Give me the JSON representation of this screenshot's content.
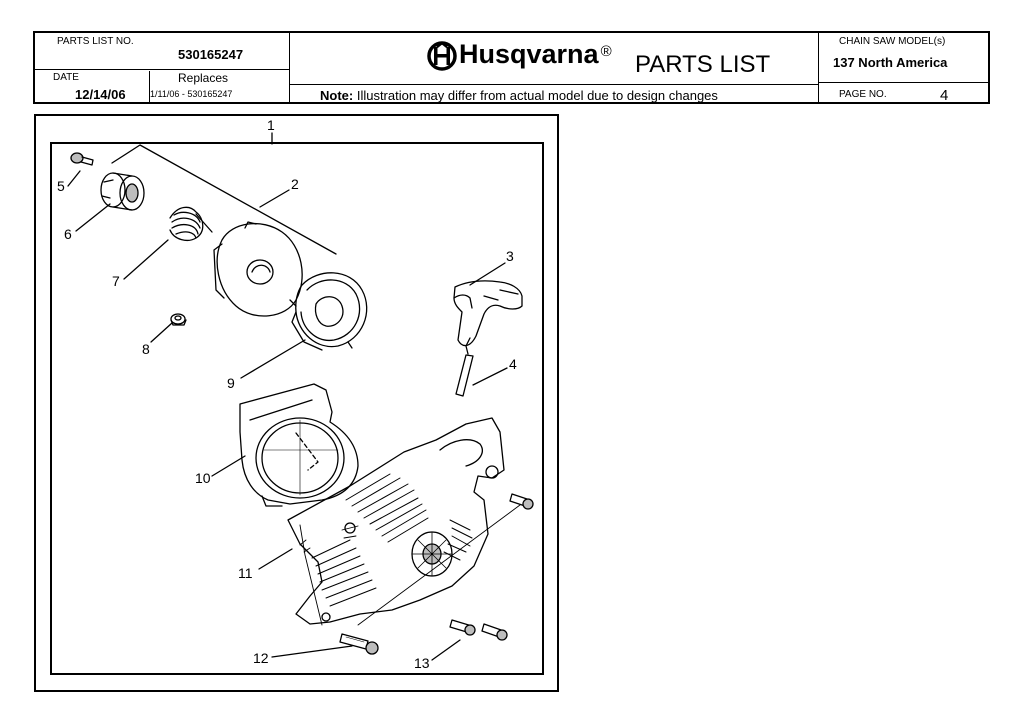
{
  "header": {
    "parts_list_no_label": "PARTS LIST NO.",
    "parts_list_no": "530165247",
    "date_label": "DATE",
    "date": "12/14/06",
    "replaces_label": "Replaces",
    "replaces_value": "1/11/06 - 530165247",
    "brand": "Husqvarna",
    "registered": "®",
    "title": "PARTS LIST",
    "note_bold": "Note:",
    "note_text": " Illustration may differ from actual model due to design changes",
    "model_label": "CHAIN SAW MODEL(s)",
    "model": "137 North America",
    "page_label": "PAGE  NO.",
    "page_no": "4"
  },
  "diagram": {
    "callouts": [
      "1",
      "2",
      "3",
      "4",
      "5",
      "6",
      "7",
      "8",
      "9",
      "10",
      "11",
      "12",
      "13"
    ]
  },
  "colors": {
    "ink": "#000000",
    "paper": "#ffffff",
    "shade": "#bdbdbd"
  }
}
